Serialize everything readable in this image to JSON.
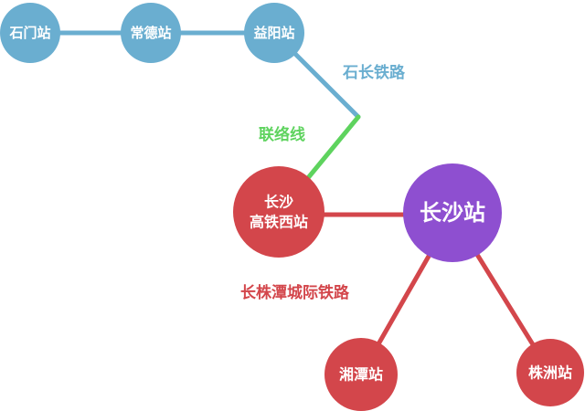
{
  "colors": {
    "blue": "#6aaed0",
    "green": "#5ed35e",
    "red": "#d3464b",
    "purple": "#8e4fd0",
    "white": "#ffffff"
  },
  "stations": {
    "shimen": "石门站",
    "changde": "常德站",
    "yiyang": "益阳站",
    "changsha_west_line1": "长沙",
    "changsha_west_line2": "高铁西站",
    "changsha": "长沙站",
    "xiangtan": "湘潭站",
    "zhuzhou": "株洲站"
  },
  "lines": {
    "shichang": "石长铁路",
    "connector": "联络线",
    "intercity": "长株潭城际铁路"
  }
}
